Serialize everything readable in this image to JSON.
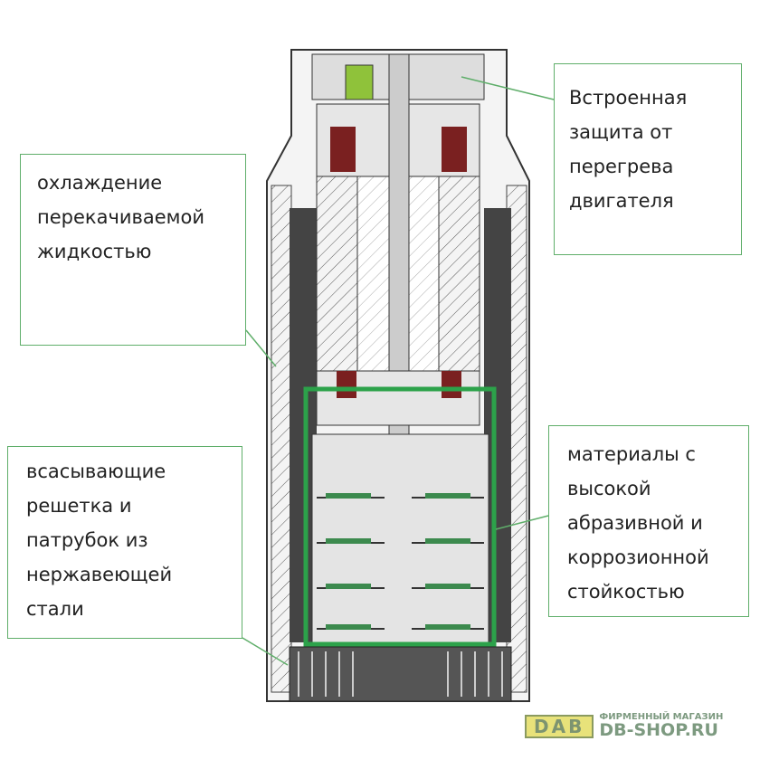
{
  "callouts": {
    "overheat": {
      "lines": [
        "Встроенная",
        "защита от",
        "перегрева",
        "двигателя"
      ]
    },
    "cooling": {
      "lines": [
        "охлаждение",
        "перекачиваемой",
        "жидкостью"
      ]
    },
    "intake": {
      "lines": [
        "всасывающие",
        "решетка и",
        "патрубок из",
        "нержавеющей",
        "стали"
      ]
    },
    "materials": {
      "lines": [
        "материалы с",
        "высокой",
        "абразивной и",
        "коррозионной",
        "стойкостью"
      ]
    }
  },
  "logo": {
    "brand": "DAB",
    "subtitle": "ФИРМЕННЫЙ МАГАЗИН",
    "site": "DB-SHOP.RU"
  },
  "colors": {
    "callout_border": "#5fae6a",
    "highlight": "#2ca24a",
    "logo_yellow": "#e8e27a",
    "logo_green": "#7d9a80"
  }
}
